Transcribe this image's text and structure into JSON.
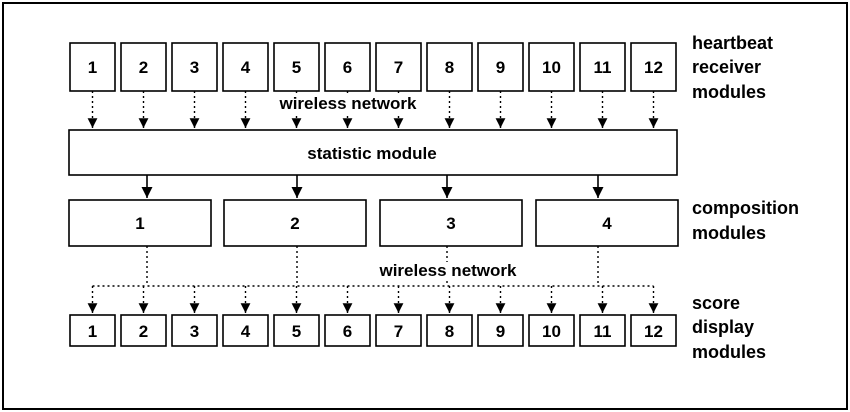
{
  "receivers": [
    "1",
    "2",
    "3",
    "4",
    "5",
    "6",
    "7",
    "8",
    "9",
    "10",
    "11",
    "12"
  ],
  "receiver_caption": [
    "heartbeat",
    "receiver",
    "modules"
  ],
  "network_top": "wireless network",
  "statistic": "statistic module",
  "composition": [
    "1",
    "2",
    "3",
    "4"
  ],
  "composition_caption": [
    "composition",
    "modules"
  ],
  "network_bottom": "wireless network",
  "displays": [
    "1",
    "2",
    "3",
    "4",
    "5",
    "6",
    "7",
    "8",
    "9",
    "10",
    "11",
    "12"
  ],
  "display_caption": [
    "score",
    "display",
    "modules"
  ]
}
